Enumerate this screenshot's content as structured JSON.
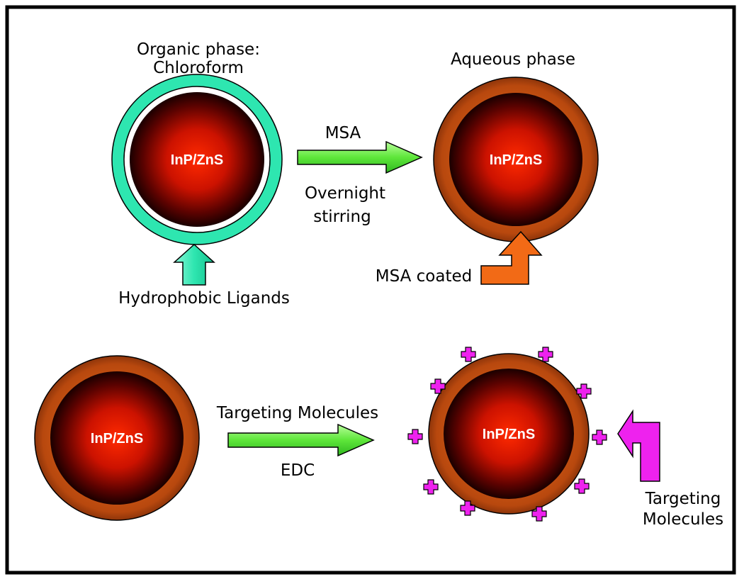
{
  "colors": {
    "border": "#000000",
    "background": "#ffffff",
    "core_light": "#ff2200",
    "core_dark": "#1a0000",
    "hydrophobic_shell": "#2ee6b0",
    "msa_shell": "#c65212",
    "green_arrow": "#66ee44",
    "orange_arrow": "#f26a16",
    "magenta": "#ee22ee"
  },
  "panel_top": {
    "left_particle": {
      "caption_line1": "Organic phase:",
      "caption_line2": "Chloroform",
      "core_label": "InP/ZnS",
      "pointer_label": "Hydrophobic Ligands",
      "pointer_icon": "teal-up-arrow-icon"
    },
    "reaction": {
      "reagent": "MSA",
      "condition_line1": "Overnight",
      "condition_line2": "stirring",
      "arrow_icon": "green-right-arrow-icon"
    },
    "right_particle": {
      "caption": "Aqueous phase",
      "core_label": "InP/ZnS",
      "pointer_label": "MSA coated",
      "pointer_icon": "orange-bent-arrow-icon"
    }
  },
  "panel_bottom": {
    "left_particle": {
      "core_label": "InP/ZnS"
    },
    "reaction": {
      "reagent": "Targeting Molecules",
      "condition": "EDC",
      "arrow_icon": "green-right-arrow-icon"
    },
    "right_particle": {
      "core_label": "InP/ZnS",
      "pointer_label_line1": "Targeting",
      "pointer_label_line2": "Molecules",
      "pointer_icon": "magenta-bent-arrow-icon",
      "molecule_icon": "magenta-cross-icon"
    }
  }
}
